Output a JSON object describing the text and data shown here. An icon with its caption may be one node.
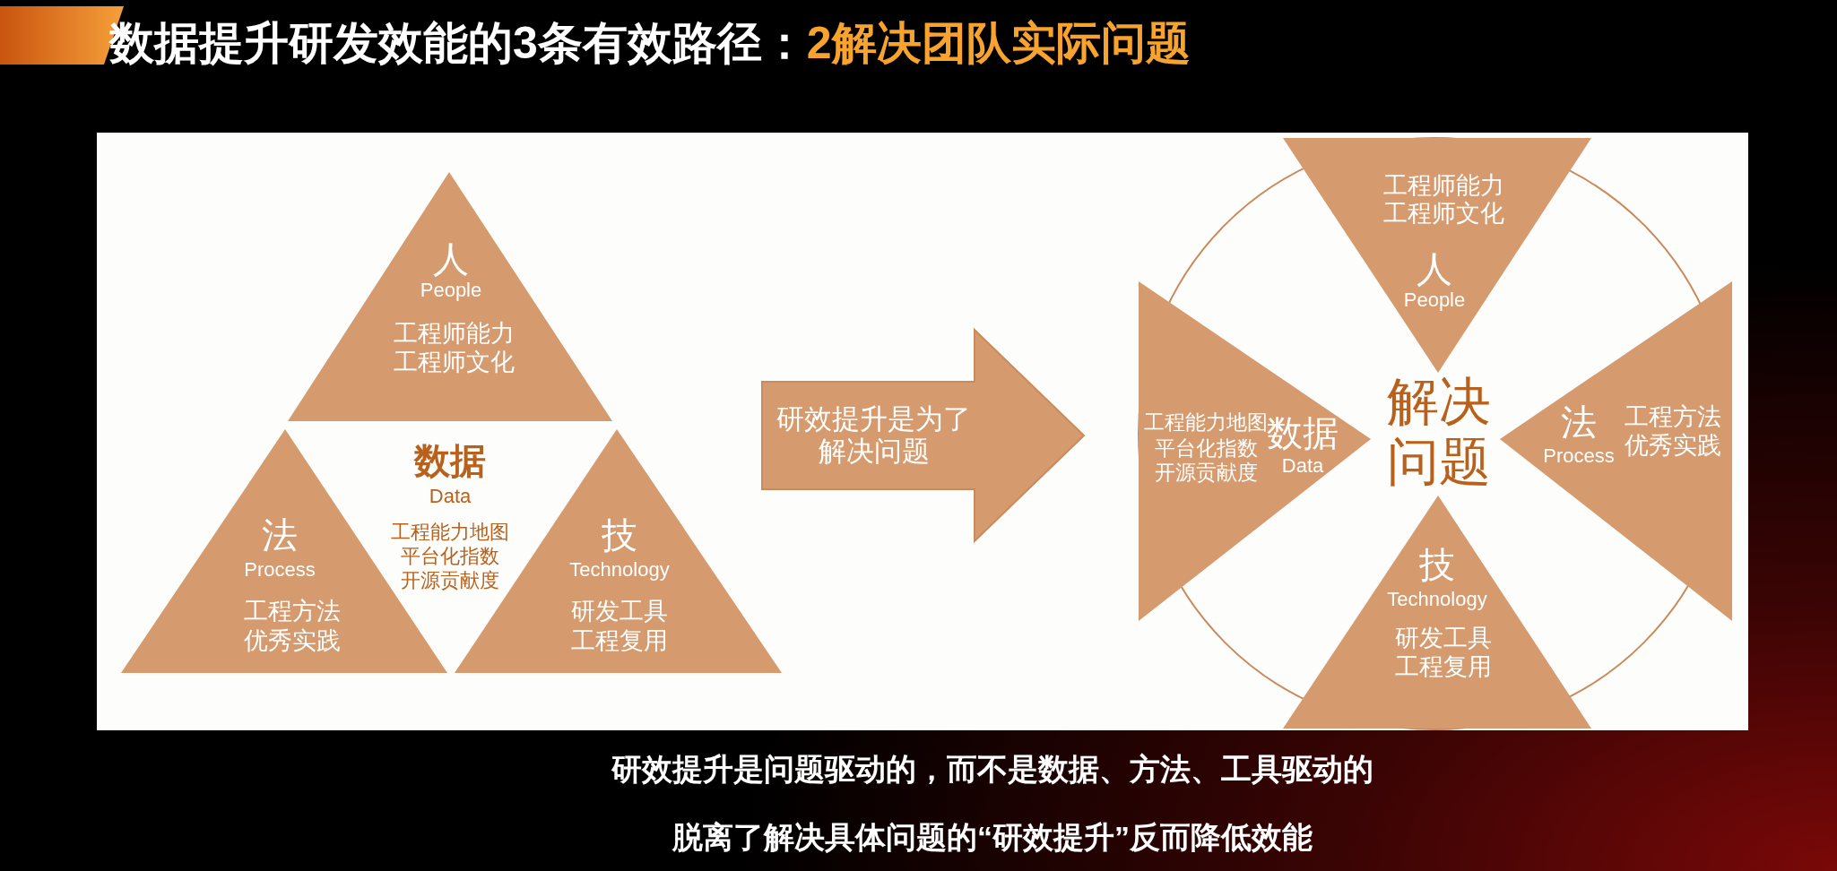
{
  "diagram": {
    "title": "数据提升研发效能的3条有效路径：",
    "nodes": [
      {
        "text": [
          "人",
          "People",
          "工程师能力",
          "工程师文化"
        ]
      },
      {
        "text": [
          "数据",
          "Data",
          "工程能力地图",
          "平台化指数",
          "开源贡献度"
        ]
      },
      {
        "text": [
          "法",
          "Process",
          "工程方法",
          "优秀实践"
        ]
      },
      {
        "text": [
          "技",
          "Technology",
          "研发工具",
          "工程复用"
        ]
      },
      {
        "text": [
          "解决问题"
        ]
      },
      {
        "text": [
          "工程师能力",
          "工程师文化",
          "人",
          "People"
        ],
        "in": 4
      },
      {
        "text": [
          "工程能力地图",
          "平台化指数",
          "开源贡献度",
          "数据",
          "Data"
        ],
        "in": 4
      },
      {
        "text": [
          "法",
          "Process",
          "工程方法",
          "优秀实践"
        ],
        "in": 4
      },
      {
        "text": [
          "技",
          "Technology",
          "研发工具",
          "工程复用"
        ],
        "in": 4
      }
    ],
    "edges": [
      {
        "from": null,
        "to": 4,
        "arrow": "to",
        "label": "研效提升是为了解决问题"
      }
    ],
    "labels": [
      "2解决团队实际问题",
      "研效提升是问题驱动的，而不是数据、方法、工具驱动的",
      "脱离了解决具体问题的“研效提升”反而降低效能"
    ]
  }
}
